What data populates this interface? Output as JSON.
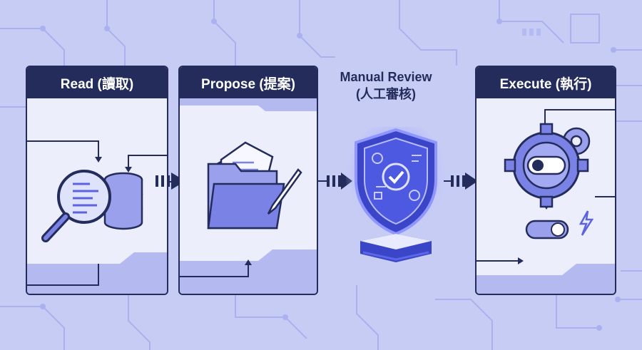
{
  "steps": [
    {
      "label": "Read (讀取)",
      "icon": "magnifier-database-icon"
    },
    {
      "label": "Propose (提案)",
      "icon": "folder-documents-pen-icon"
    },
    {
      "label_line1": "Manual Review",
      "label_line2": "(人工審核)",
      "icon": "shield-check-icon"
    },
    {
      "label": "Execute (執行)",
      "icon": "gear-toggle-icon"
    }
  ],
  "colors": {
    "background": "#c7ccf5",
    "panel": "#eceefc",
    "header": "#232c5a",
    "accent": "#5b63e0",
    "glow": "#7c84ff"
  }
}
